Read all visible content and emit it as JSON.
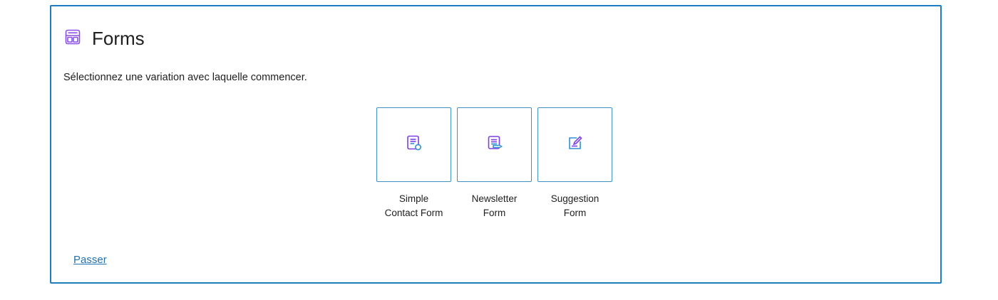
{
  "block": {
    "title": "Forms",
    "icon": "forms-layout-icon",
    "instructions": "Sélectionnez une variation avec laquelle commencer.",
    "variations": [
      {
        "label": "Simple Contact Form",
        "icon": "contact-form-icon"
      },
      {
        "label": "Newsletter Form",
        "icon": "newsletter-form-icon"
      },
      {
        "label": "Suggestion Form",
        "icon": "suggestion-form-icon"
      }
    ],
    "skip_label": "Passer"
  },
  "colors": {
    "border": "#1e7cc0",
    "icon_purple": "#7b3fe4",
    "icon_blue": "#2f8fd0",
    "link": "#2271b1"
  }
}
